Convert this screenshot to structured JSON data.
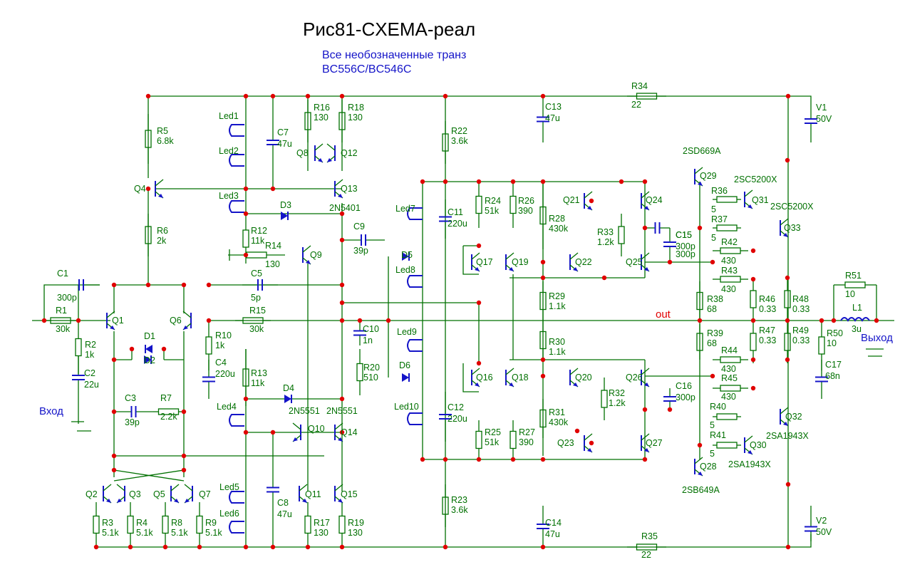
{
  "title": "Рис81-CXEMA-реал",
  "note": {
    "line1": "Все необозначенные транз",
    "line2": "BC556C/BC546C"
  },
  "io": {
    "input": "Вход",
    "output": "Выход",
    "out_net": "out"
  },
  "components": {
    "R1": [
      "R1",
      "30k"
    ],
    "R2": [
      "R2",
      "1k"
    ],
    "R3": [
      "R3",
      "5.1k"
    ],
    "R4": [
      "R4",
      "5.1k"
    ],
    "R5": [
      "R5",
      "6.8k"
    ],
    "R6": [
      "R6",
      "2k"
    ],
    "R7": [
      "R7",
      "2.2k"
    ],
    "R8": [
      "R8",
      "5.1k"
    ],
    "R9": [
      "R9",
      "5.1k"
    ],
    "R10": [
      "R10",
      "1k"
    ],
    "R12": [
      "R12",
      "11k"
    ],
    "R13": [
      "R13",
      "11k"
    ],
    "R14": [
      "R14",
      "130"
    ],
    "R15": [
      "R15",
      "30k"
    ],
    "R16": [
      "R16",
      "130"
    ],
    "R17": [
      "R17",
      "130"
    ],
    "R18": [
      "R18",
      "130"
    ],
    "R19": [
      "R19",
      "130"
    ],
    "R20": [
      "R20",
      "510"
    ],
    "R22": [
      "R22",
      "3.6k"
    ],
    "R23": [
      "R23",
      "3.6k"
    ],
    "R24": [
      "R24",
      "51k"
    ],
    "R25": [
      "R25",
      "51k"
    ],
    "R26": [
      "R26",
      "390"
    ],
    "R27": [
      "R27",
      "390"
    ],
    "R28": [
      "R28",
      "430k"
    ],
    "R29": [
      "R29",
      "1.1k"
    ],
    "R30": [
      "R30",
      "1.1k"
    ],
    "R31": [
      "R31",
      "430k"
    ],
    "R32": [
      "R32",
      "1.2k"
    ],
    "R33": [
      "R33",
      "1.2k"
    ],
    "R34": [
      "R34",
      "22"
    ],
    "R35": [
      "R35",
      "22"
    ],
    "R36": [
      "R36",
      "5"
    ],
    "R37": [
      "R37",
      "5"
    ],
    "R38": [
      "R38",
      "68"
    ],
    "R39": [
      "R39",
      "68"
    ],
    "R40": [
      "R40",
      "5"
    ],
    "R41": [
      "R41",
      "5"
    ],
    "R42": [
      "R42",
      "430"
    ],
    "R43": [
      "R43",
      "430"
    ],
    "R44": [
      "R44",
      "430"
    ],
    "R45": [
      "R45",
      "430"
    ],
    "R46": [
      "R46",
      "0.33"
    ],
    "R47": [
      "R47",
      "0.33"
    ],
    "R48": [
      "R48",
      "0.33"
    ],
    "R49": [
      "R49",
      "0.33"
    ],
    "R50": [
      "R50",
      "10"
    ],
    "R51": [
      "R51",
      "10"
    ],
    "C1": [
      "C1",
      "300p"
    ],
    "C2": [
      "C2",
      "22u"
    ],
    "C3": [
      "C3",
      "39p"
    ],
    "C4": [
      "C4",
      "220u"
    ],
    "C5": [
      "C5",
      "5p"
    ],
    "C7": [
      "C7",
      "47u"
    ],
    "C8": [
      "C8",
      "47u"
    ],
    "C9": [
      "C9",
      "39p"
    ],
    "C10": [
      "C10",
      "1n"
    ],
    "C11": [
      "C11",
      "220u"
    ],
    "C12": [
      "C12",
      "220u"
    ],
    "C13": [
      "C13",
      "47u"
    ],
    "C14": [
      "C14",
      "47u"
    ],
    "C15": [
      "C15",
      "300p"
    ],
    "C16": [
      "C16",
      "300p"
    ],
    "C17": [
      "C17",
      "68n"
    ],
    "L1": [
      "L1",
      "3u"
    ],
    "V1": [
      "V1",
      "50V"
    ],
    "V2": [
      "V2",
      "50V"
    ]
  },
  "labels": {
    "Q1": "Q1",
    "Q2": "Q2",
    "Q3": "Q3",
    "Q4": "Q4",
    "Q5": "Q5",
    "Q6": "Q6",
    "Q7": "Q7",
    "Q8": "Q8",
    "Q9": "Q9",
    "Q10": "Q10",
    "Q11": "Q11",
    "Q12": "Q12",
    "Q13": "Q13",
    "Q14": "Q14",
    "Q15": "Q15",
    "Q16": "Q16",
    "Q17": "Q17",
    "Q18": "Q18",
    "Q19": "Q19",
    "Q20": "Q20",
    "Q21": "Q21",
    "Q22": "Q22",
    "Q23": "Q23",
    "Q24": "Q24",
    "Q25": "Q25",
    "Q26": "Q26",
    "Q27": "Q27",
    "Q28": "Q28",
    "Q29": "Q29",
    "Q30": "Q30",
    "Q31": "Q31",
    "Q32": "Q32",
    "Q33": "Q33",
    "D1": "D1",
    "D2": "D2",
    "D3": "D3",
    "D4": "D4",
    "D5": "D5",
    "D6": "D6",
    "Led1": "Led1",
    "Led2": "Led2",
    "Led3": "Led3",
    "Led4": "Led4",
    "Led5": "Led5",
    "Led6": "Led6",
    "Led7": "Led7",
    "Led8": "Led8",
    "Led9": "Led9",
    "Led10": "Led10"
  },
  "part_numbers": {
    "q13": "2N5401",
    "d4a": "2N5551",
    "d4b": "2N5551",
    "q29": "2SD669A",
    "q31": "2SC5200X",
    "q33": "2SC5200X",
    "q32": "2SA1943X",
    "q30": "2SA1943X",
    "q28": "2SB649A"
  }
}
